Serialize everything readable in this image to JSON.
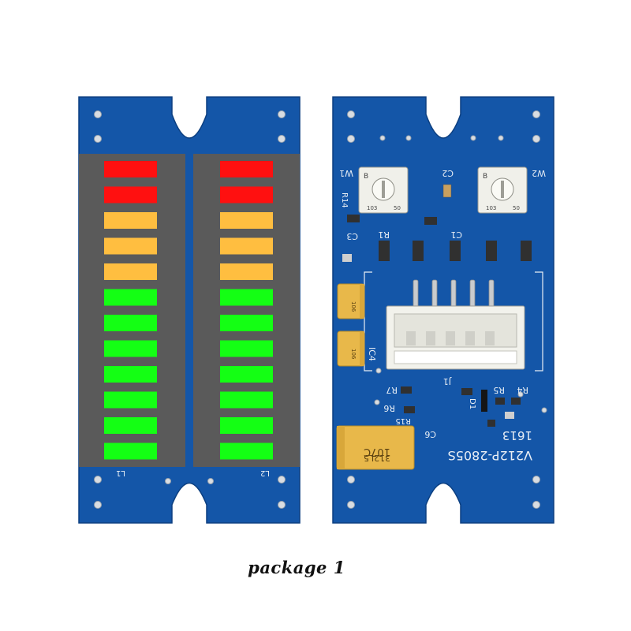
{
  "caption": "package 1",
  "colors": {
    "pcb": "#1456a8",
    "pcb_dark": "#0f4690",
    "led_body": "#5a5a5a",
    "led_red": "#ff1010",
    "led_amber": "#ffbe40",
    "led_green": "#14ff14",
    "silkscreen": "#e8eef5",
    "connector": "#f2f2ec",
    "capacitor": "#e8b84a"
  },
  "front_board": {
    "led_bars": [
      {
        "label": "L1",
        "segments": [
          "red",
          "red",
          "amber",
          "amber",
          "amber",
          "green",
          "green",
          "green",
          "green",
          "green",
          "green",
          "green"
        ]
      },
      {
        "label": "L2",
        "segments": [
          "red",
          "red",
          "amber",
          "amber",
          "amber",
          "green",
          "green",
          "green",
          "green",
          "green",
          "green",
          "green"
        ]
      }
    ]
  },
  "back_board": {
    "silkscreen": {
      "w1": "W1",
      "w2": "W2",
      "r14": "R14",
      "c2": "C2",
      "r1": "R1",
      "c3": "C3",
      "c1": "C1",
      "ic4": "IC4",
      "j1": "J1",
      "r7": "R7",
      "r5": "R5",
      "r4": "R4",
      "r6": "R6",
      "d1": "D1",
      "r15": "R15",
      "c6": "C6",
      "model": "V212P-2805S",
      "date_code": "1613"
    },
    "trimmer_marks": {
      "b": "B",
      "v103": "103",
      "v50": "50"
    },
    "cap_marks": {
      "small_value": "106",
      "large_value": "107C",
      "large_code": "312L5"
    }
  }
}
